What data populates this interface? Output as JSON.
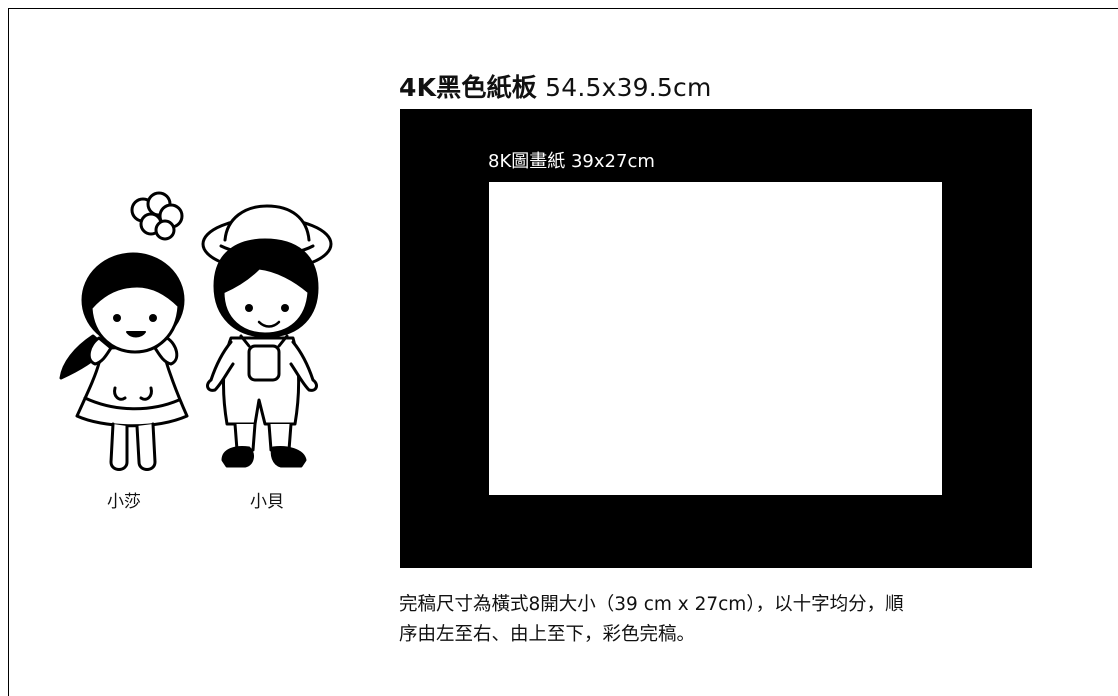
{
  "board": {
    "title_bold": "4K黑色紙板",
    "title_size": " 54.5x39.5cm",
    "paper_label": "8K圖畫紙 39x27cm"
  },
  "instructions": {
    "line1": "完稿尺寸為橫式8開大小（39 cm x 27cm），以十字均分，順",
    "line2": "序由左至右、由上至下，彩色完稿。"
  },
  "characters": {
    "girl_name": "小莎",
    "boy_name": "小貝"
  }
}
